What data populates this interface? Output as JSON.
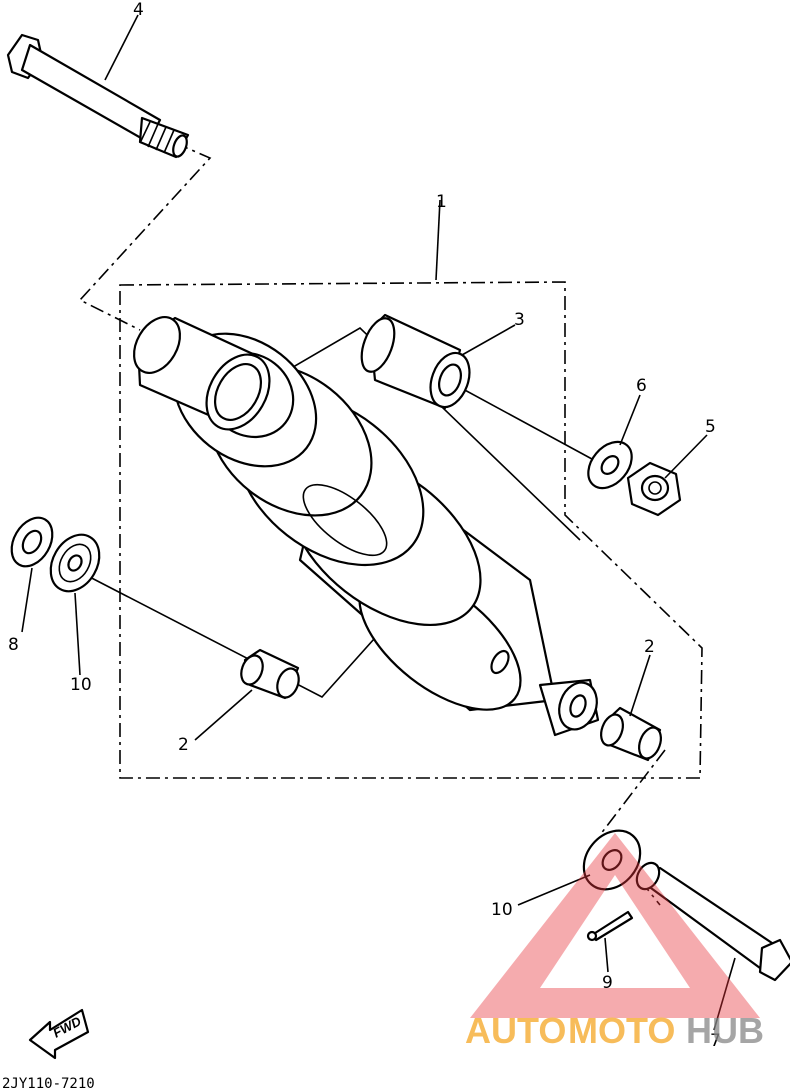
{
  "diagram": {
    "callouts": {
      "c1": "1",
      "c2a": "2",
      "c2b": "2",
      "c3": "3",
      "c4": "4",
      "c5": "5",
      "c6": "6",
      "c7": "7",
      "c8": "8",
      "c9": "9",
      "c10a": "10",
      "c10b": "10"
    },
    "fwd_label": "FWD",
    "ref_code": "2JY110-7210"
  },
  "watermark": {
    "auto": "AUTO",
    "moto": "MOTO",
    "hub": "HUB",
    "colors": {
      "triangle": "#e8333a",
      "auto_moto": "#f5a623",
      "hub": "#888888"
    }
  }
}
